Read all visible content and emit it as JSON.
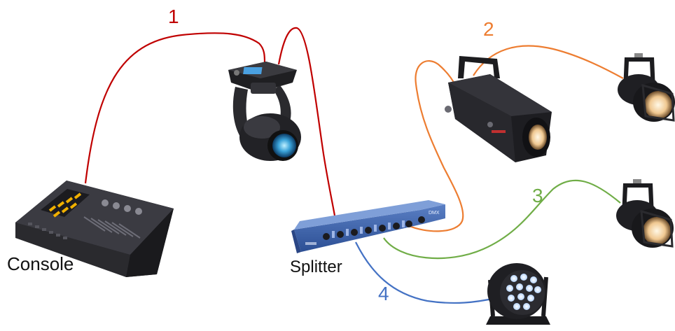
{
  "labels": {
    "console": "Console",
    "splitter": "Splitter"
  },
  "cables": [
    {
      "number": "1",
      "color": "#c00000"
    },
    {
      "number": "2",
      "color": "#ed7d31"
    },
    {
      "number": "3",
      "color": "#70ad47"
    },
    {
      "number": "4",
      "color": "#4472c4"
    }
  ],
  "devices": [
    "console",
    "moving-head",
    "splitter",
    "ellipsoidal-spot",
    "par-can-top",
    "par-can-bottom",
    "led-par"
  ],
  "splitter_brand": "DMX"
}
